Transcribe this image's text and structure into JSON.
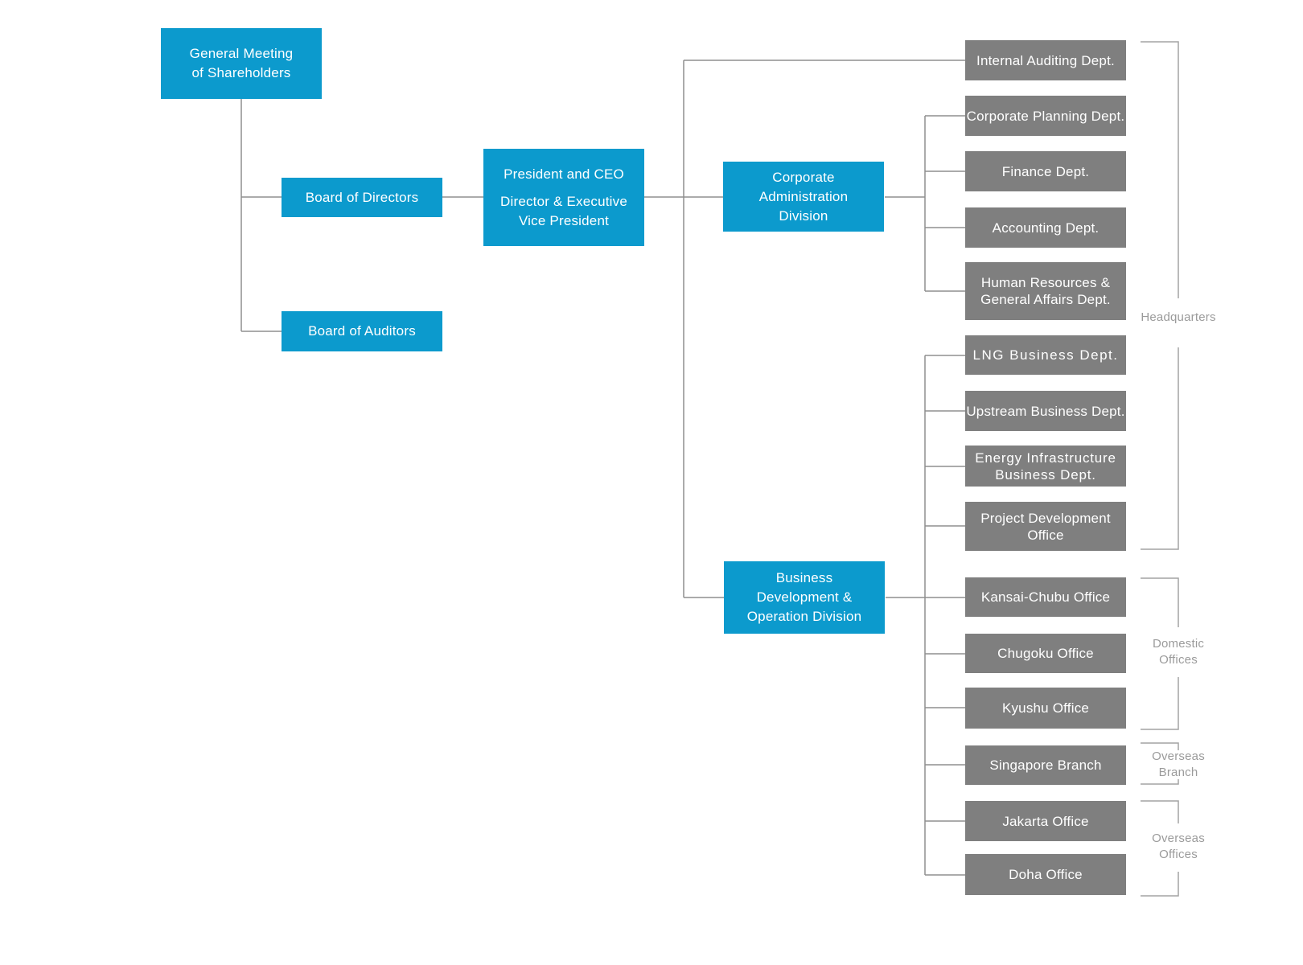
{
  "palette": {
    "primary_blue": "#0c9acd",
    "dept_gray": "#7f7f7f",
    "connector_gray": "#8f8f8f",
    "bracket_gray": "#a3a3a3",
    "bracket_label_gray": "#9b9b9b",
    "box_text": "#ffffff"
  },
  "nodes": {
    "general_meeting": {
      "label": "General Meeting\nof Shareholders"
    },
    "board_of_directors": {
      "label": "Board of Directors"
    },
    "board_of_auditors": {
      "label": "Board of Auditors"
    },
    "president": {
      "title": "President and CEO",
      "subtitle": "Director & Executive\nVice President"
    },
    "corporate_admin_division": {
      "label": "Corporate\nAdministration\nDivision"
    },
    "business_dev_division": {
      "label": "Business\nDevelopment &\nOperation Division"
    }
  },
  "departments": [
    {
      "label": "Internal Auditing Dept."
    },
    {
      "label": "Corporate Planning Dept."
    },
    {
      "label": "Finance Dept."
    },
    {
      "label": "Accounting Dept."
    },
    {
      "label": "Human Resources &\nGeneral Affairs Dept."
    },
    {
      "label": "LNG Business Dept."
    },
    {
      "label": "Upstream Business Dept."
    },
    {
      "label": "Energy Infrastructure\nBusiness Dept."
    },
    {
      "label": "Project Development\nOffice"
    },
    {
      "label": "Kansai-Chubu Office"
    },
    {
      "label": "Chugoku Office"
    },
    {
      "label": "Kyushu Office"
    },
    {
      "label": "Singapore Branch"
    },
    {
      "label": "Jakarta Office"
    },
    {
      "label": "Doha Office"
    }
  ],
  "groups": [
    {
      "label": "Headquarters"
    },
    {
      "label": "Domestic\nOffices"
    },
    {
      "label": "Overseas\nBranch"
    },
    {
      "label": "Overseas\nOffices"
    }
  ]
}
